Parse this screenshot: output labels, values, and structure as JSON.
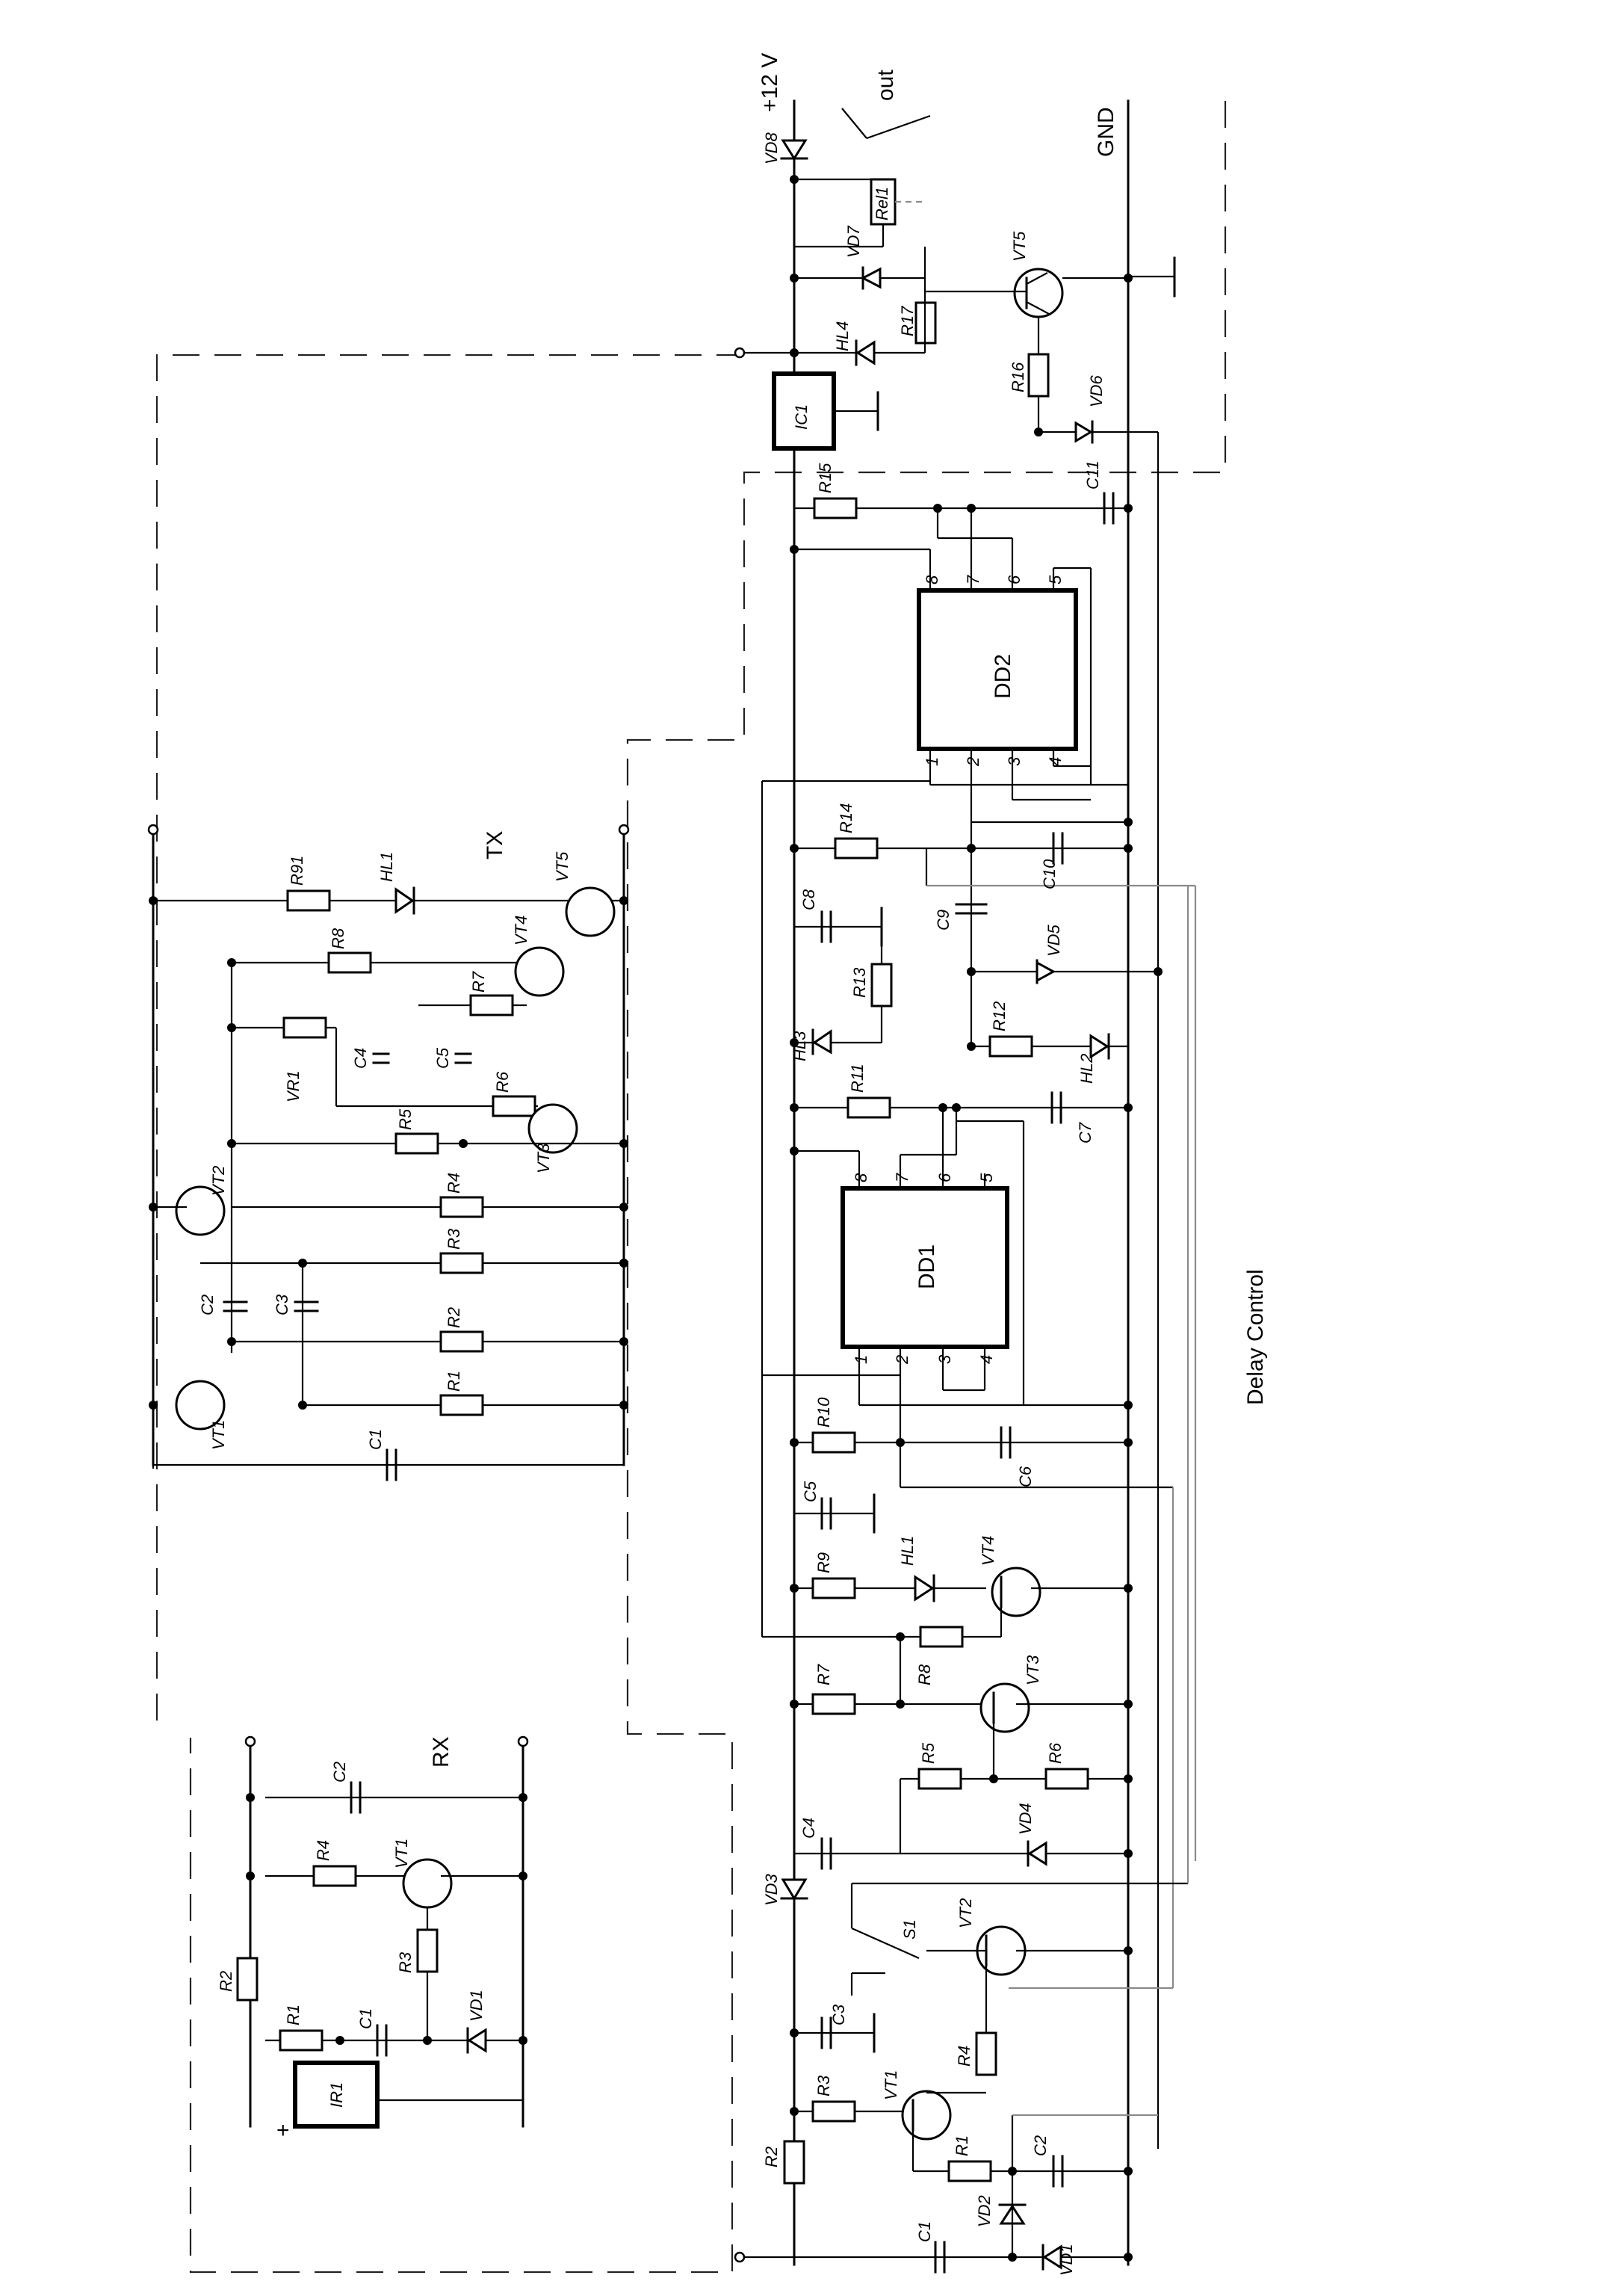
{
  "supply": {
    "v12": "+12 V",
    "gnd": "GND",
    "out": "out"
  },
  "blocks": {
    "tx": "TX",
    "rx": "RX",
    "delay": "Delay Control"
  },
  "chips": {
    "dd1": "DD1",
    "dd2": "DD2",
    "ic1": "IC1",
    "ir1": "IR1",
    "rel1": "Rel1"
  },
  "pins": [
    "1",
    "2",
    "3",
    "4",
    "5",
    "6",
    "7",
    "8"
  ],
  "rx": {
    "resistors": [
      "R1",
      "R2",
      "R3",
      "R4"
    ],
    "capacitors": [
      "C1",
      "C2"
    ],
    "others": [
      "VT1",
      "VD1"
    ],
    "plus": "+"
  },
  "tx": {
    "resistors": [
      "R1",
      "R2",
      "R3",
      "R4",
      "R5",
      "R6",
      "R7",
      "R8",
      "R91",
      "VR1"
    ],
    "capacitors": [
      "C1",
      "C2",
      "C3",
      "C4",
      "C5"
    ],
    "transistors": [
      "VT1",
      "VT2",
      "VT3",
      "VT4",
      "VT5"
    ],
    "leds": [
      "HL1"
    ]
  },
  "main": {
    "resistors": [
      "R1",
      "R2",
      "R3",
      "R4",
      "R5",
      "R6",
      "R7",
      "R8",
      "R9",
      "R10",
      "R11",
      "R12",
      "R13",
      "R14",
      "R15",
      "R16",
      "R17"
    ],
    "capacitors": [
      "C1",
      "C2",
      "C3",
      "C4",
      "C5",
      "C6",
      "C7",
      "C8",
      "C9",
      "C10",
      "C11"
    ],
    "transistors": [
      "VT1",
      "VT2",
      "VT3",
      "VT4",
      "VT5"
    ],
    "diodes": [
      "VD1",
      "VD2",
      "VD3",
      "VD4",
      "VD5",
      "VD6",
      "VD7",
      "VD8"
    ],
    "leds": [
      "HL1",
      "HL2",
      "HL3",
      "HL4"
    ],
    "switch": "S1"
  }
}
